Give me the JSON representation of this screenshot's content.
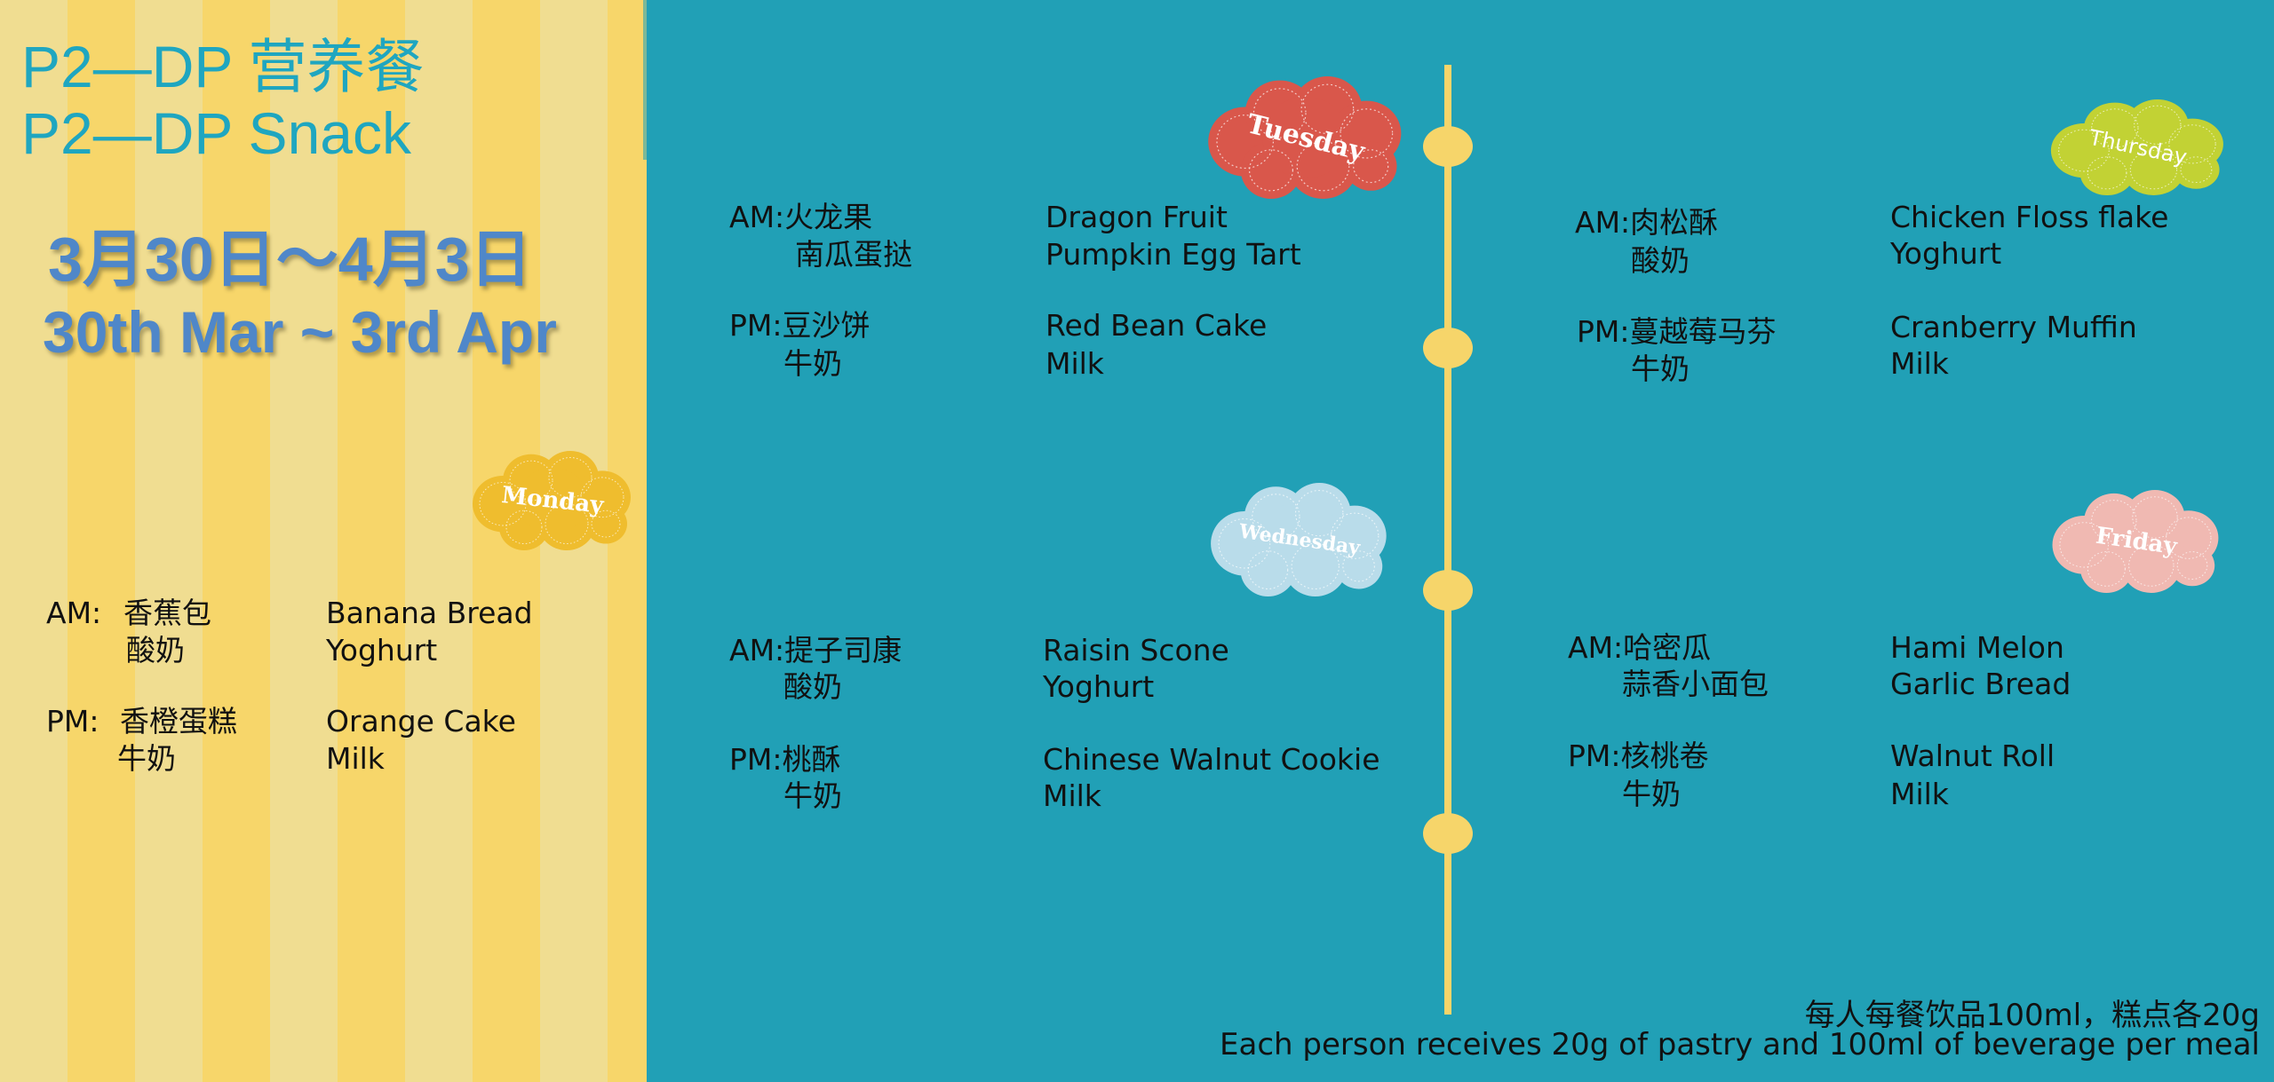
{
  "header": {
    "title_zh": "P2—DP 营养餐",
    "title_en": "P2—DP Snack",
    "date_zh": "3月30日～4月3日",
    "date_en": "30th Mar ~ 3rd Apr"
  },
  "colors": {
    "background": "#21a0b6",
    "stripe_light": "#f0dd91",
    "stripe_dark": "#f7d66a",
    "title": "#1fa6c0",
    "date": "#4f87c9",
    "timeline": "#f6d56a"
  },
  "days": {
    "monday": {
      "label": "Monday",
      "color": "#efbd2e",
      "am_label": "AM:",
      "am_zh": [
        "香蕉包",
        "酸奶"
      ],
      "am_en": [
        "Banana Bread",
        "Yoghurt"
      ],
      "pm_label": "PM:",
      "pm_zh": [
        "香橙蛋糕",
        "牛奶"
      ],
      "pm_en": [
        "Orange Cake",
        "Milk"
      ]
    },
    "tuesday": {
      "label": "Tuesday",
      "color": "#d9574b",
      "am_label": "AM:",
      "am_zh": [
        "火龙果",
        "南瓜蛋挞"
      ],
      "am_en": [
        "Dragon Fruit",
        "Pumpkin Egg Tart"
      ],
      "pm_label": "PM:",
      "pm_zh": [
        "豆沙饼",
        "牛奶"
      ],
      "pm_en": [
        "Red Bean Cake",
        "Milk"
      ]
    },
    "wednesday": {
      "label": "Wednesday",
      "color": "#b9dcea",
      "am_label": "AM:",
      "am_zh": [
        "提子司康",
        "酸奶"
      ],
      "am_en": [
        "Raisin Scone",
        "Yoghurt"
      ],
      "pm_label": "PM:",
      "pm_zh": [
        "桃酥",
        "牛奶"
      ],
      "pm_en": [
        "Chinese Walnut Cookie",
        "Milk"
      ]
    },
    "thursday": {
      "label": "Thursday",
      "color": "#c2d234",
      "am_label": "AM:",
      "am_zh": [
        "肉松酥",
        "酸奶"
      ],
      "am_en": [
        "Chicken Floss flake",
        "Yoghurt"
      ],
      "pm_label": "PM:",
      "pm_zh": [
        "蔓越莓马芬",
        "牛奶"
      ],
      "pm_en": [
        "Cranberry Muffin",
        "Milk"
      ]
    },
    "friday": {
      "label": "Friday",
      "color": "#f0b9b2",
      "am_label": "AM:",
      "am_zh": [
        "哈密瓜",
        "蒜香小面包"
      ],
      "am_en": [
        "Hami Melon",
        "Garlic Bread"
      ],
      "pm_label": "PM:",
      "pm_zh": [
        "核桃卷",
        "牛奶"
      ],
      "pm_en": [
        "Walnut Roll",
        "Milk"
      ]
    }
  },
  "footer": {
    "note_zh": "每人每餐饮品100ml，糕点各20g",
    "note_en": "Each person receives 20g of pastry and 100ml of beverage per meal"
  }
}
